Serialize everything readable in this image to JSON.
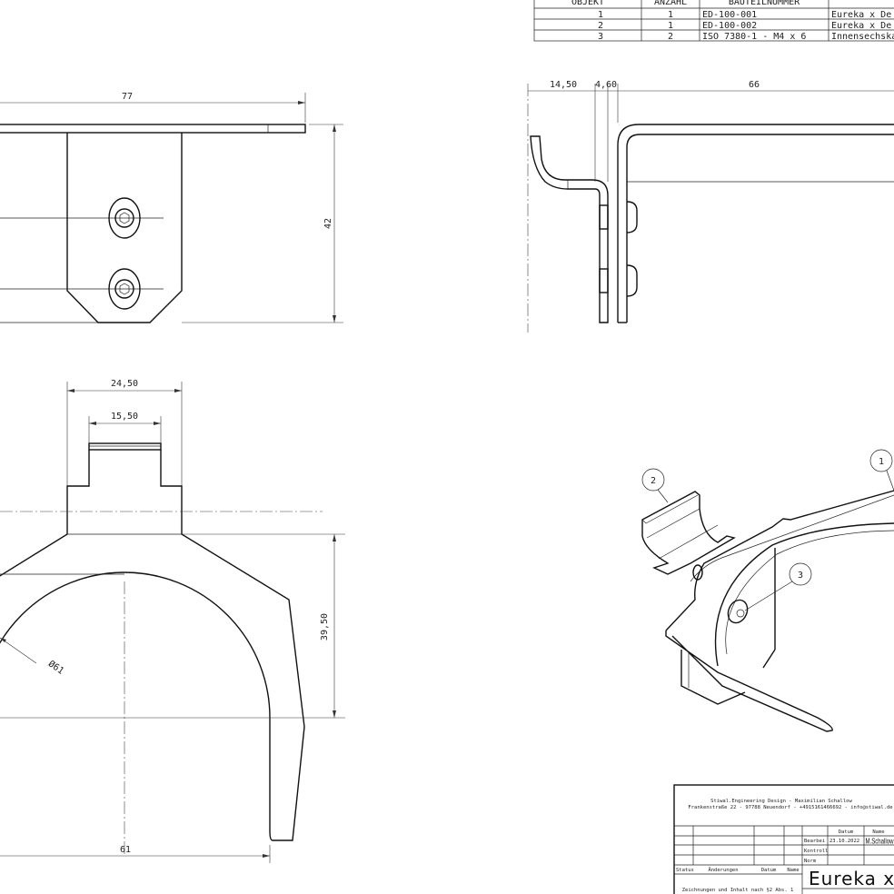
{
  "parts_list": {
    "headers": [
      "OBJEKT",
      "ANZAHL",
      "BAUTEILNUMMER"
    ],
    "rows": [
      {
        "objekt": "1",
        "anzahl": "1",
        "bauteilnummer": "ED-100-001",
        "beschreibung": "Eureka x De"
      },
      {
        "objekt": "2",
        "anzahl": "1",
        "bauteilnummer": "ED-100-002",
        "beschreibung": "Eureka x De"
      },
      {
        "objekt": "3",
        "anzahl": "2",
        "bauteilnummer": "ISO 7380-1 - M4 x 6",
        "beschreibung": "Innensechska"
      }
    ]
  },
  "dimensions": {
    "top_width": "77",
    "top_height": "42",
    "side_hook": "14,50",
    "side_thickness": "4,60",
    "side_length": "66",
    "tab_outer": "24,50",
    "tab_inner": "15,50",
    "arm_height": "39,50",
    "diameter": "Ø61",
    "bottom_width": "61"
  },
  "balloons": [
    "1",
    "2",
    "3"
  ],
  "title_block": {
    "company": "Stiwal.Engineering Design - Maximilian Schallow",
    "address": "Frankenstraße 22 - 97788 Neuendorf - +4915161466692 - info@stiwal.de",
    "col_datum": "Datum",
    "col_name": "Name",
    "row_bearb": "Bearbei",
    "row_kontroll": "Kontroll",
    "row_norm": "Norm",
    "bearb_datum": "23.10.2022",
    "bearb_name": "M.Schallow",
    "status_label": "Status",
    "aenderungen_label": "Änderungen",
    "datum_label": "Datum",
    "name_label": "Name",
    "notice": "Zeichnungen und Inhalt nach §2 Abs. 1",
    "title": "Eureka x De"
  }
}
